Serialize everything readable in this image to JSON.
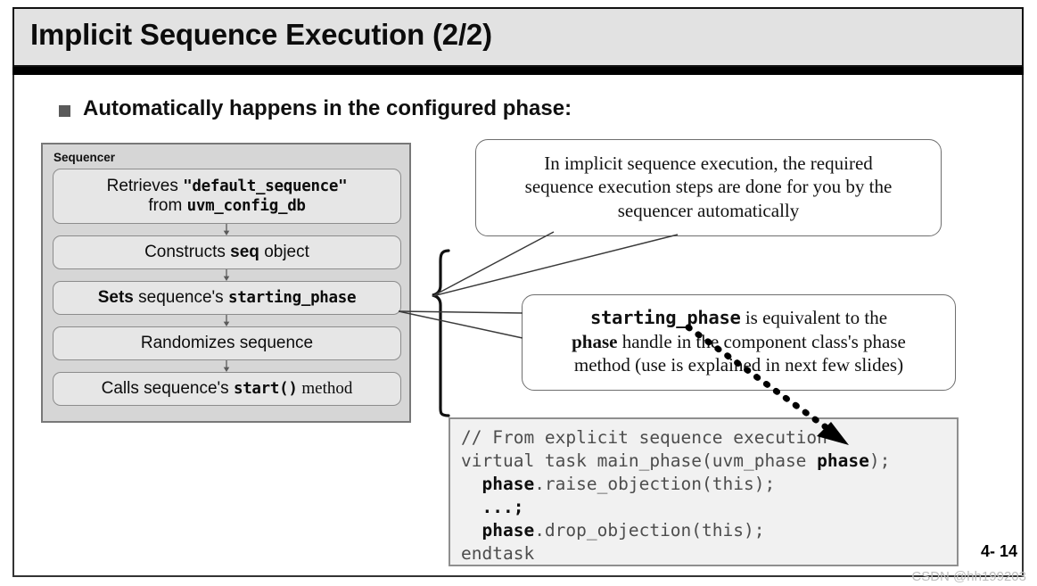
{
  "slide": {
    "title": "Implicit Sequence Execution (2/2)",
    "bullet": "Automatically happens in the configured phase:",
    "page_number": "4- 14",
    "watermark": "CSDN @hh199203",
    "colors": {
      "header_background": "#e2e2e2",
      "panel_background": "#d6d6d6",
      "step_background": "#e6e6e6",
      "code_background": "#f1f1f1",
      "bullet_square": "#5a5a5a"
    }
  },
  "sequencer": {
    "label": "Sequencer",
    "steps": [
      {
        "id": "retrieves-default-sequence",
        "line1_prefix": "Retrieves ",
        "line1_mono": "\"default_sequence\"",
        "line2_prefix": "from ",
        "line2_mono": "uvm_config_db"
      },
      {
        "id": "constructs-seq-object",
        "prefix": "Constructs ",
        "bold": "seq",
        "suffix": " object"
      },
      {
        "id": "sets-starting-phase",
        "bold": "Sets",
        "prefix": " sequence's ",
        "mono": "starting_phase"
      },
      {
        "id": "randomizes-sequence",
        "text": "Randomizes sequence"
      },
      {
        "id": "calls-start-method",
        "prefix": "Calls sequence's ",
        "mono": "start()",
        "suffix": " method"
      }
    ]
  },
  "callouts": [
    {
      "id": "implicit-execution-note",
      "line1": "In implicit sequence execution, the required",
      "line2": "sequence execution steps are done for you by the",
      "line3": "sequencer automatically"
    },
    {
      "id": "starting-phase-note",
      "line1_mono": "starting_phase",
      "line1_rest": " is equivalent to the",
      "line2_bold": "phase",
      "line2_rest": " handle in the component class's phase",
      "line3": "method (use is explained in next few slides)"
    }
  ],
  "code": {
    "lines": [
      {
        "segments": [
          {
            "t": "// From explicit sequence execution",
            "b": false
          }
        ]
      },
      {
        "segments": [
          {
            "t": "virtual task main_phase(uvm_phase ",
            "b": false
          },
          {
            "t": "phase",
            "b": true
          },
          {
            "t": ");",
            "b": false
          }
        ]
      },
      {
        "segments": [
          {
            "t": "  ",
            "b": false
          },
          {
            "t": "phase",
            "b": true
          },
          {
            "t": ".raise_objection(this);",
            "b": false
          }
        ]
      },
      {
        "segments": [
          {
            "t": "  ",
            "b": false
          },
          {
            "t": "...;",
            "b": true
          }
        ]
      },
      {
        "segments": [
          {
            "t": "  ",
            "b": false
          },
          {
            "t": "phase",
            "b": true
          },
          {
            "t": ".drop_objection(this);",
            "b": false
          }
        ]
      },
      {
        "segments": [
          {
            "t": "endtask",
            "b": false
          }
        ]
      }
    ]
  }
}
